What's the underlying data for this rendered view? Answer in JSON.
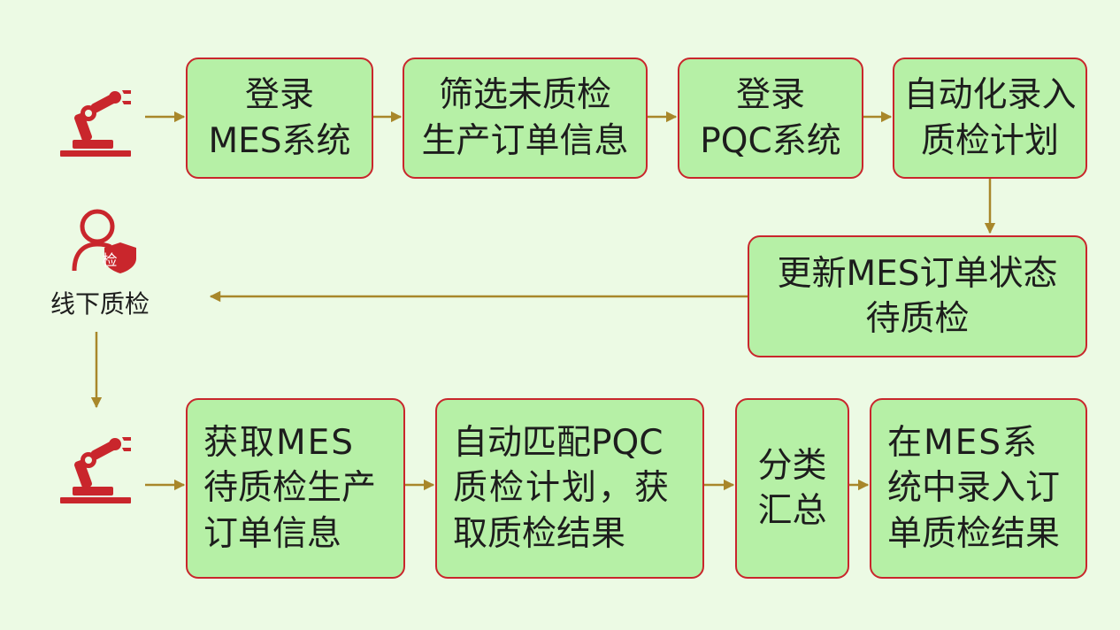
{
  "colors": {
    "background": "#ecfae4",
    "box_fill": "#b6f0a6",
    "box_border": "#c9262c",
    "arrow": "#a8872a",
    "icon": "#c9262c"
  },
  "icons": {
    "robot": "robot-arm-icon",
    "inspector": "person-shield-icon"
  },
  "row1": {
    "step1": [
      "登录",
      "MES系统"
    ],
    "step2": [
      "筛选未质检",
      "生产订单信息"
    ],
    "step3": [
      "登录",
      "PQC系统"
    ],
    "step4": [
      "自动化录入",
      "质检计划"
    ]
  },
  "row2": {
    "step5": [
      "更新MES订单状态",
      "待质检"
    ],
    "inspector_badge": "检",
    "inspector_label": "线下质检"
  },
  "row3": {
    "step6": [
      "获取MES",
      "待质检生产",
      "订单信息"
    ],
    "step7": [
      "自动匹配PQC",
      "质检计划，获",
      "取质检结果"
    ],
    "step8": [
      "分类",
      "汇总"
    ],
    "step9": [
      "在MES系",
      "统中录入订",
      "单质检结果"
    ]
  }
}
